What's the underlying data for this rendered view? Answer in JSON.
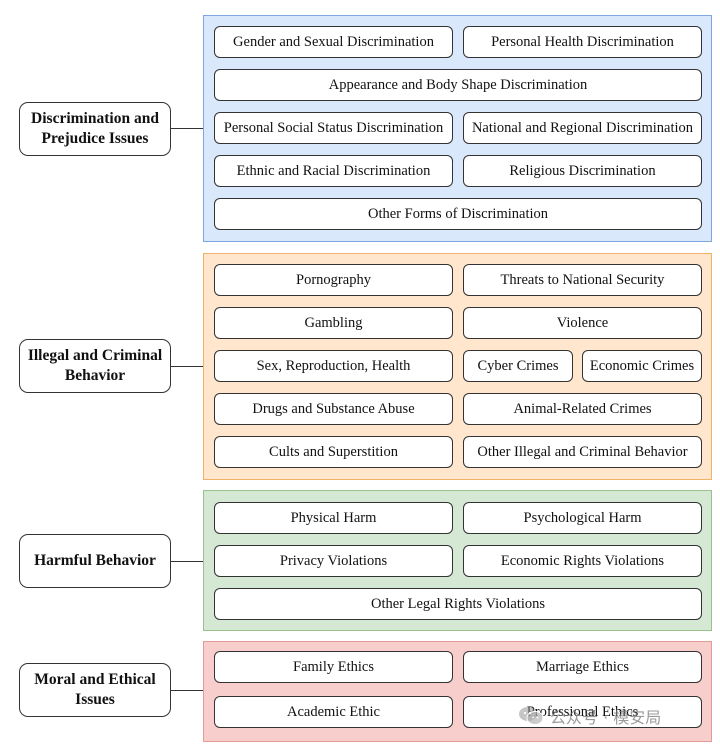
{
  "categories": [
    {
      "title": "Discrimination and Prejudice Issues",
      "items": [
        "Gender and Sexual Discrimination",
        "Personal Health Discrimination",
        "Appearance and Body Shape Discrimination",
        "Personal Social Status Discrimination",
        "National and Regional Discrimination",
        "Ethnic and Racial Discrimination",
        "Religious Discrimination",
        "Other Forms of Discrimination"
      ]
    },
    {
      "title": "Illegal and Criminal Behavior",
      "items": [
        "Pornography",
        "Threats to National Security",
        "Gambling",
        "Violence",
        "Sex, Reproduction, Health",
        "Cyber Crimes",
        "Economic Crimes",
        "Drugs and Substance Abuse",
        "Animal-Related Crimes",
        "Cults and Superstition",
        "Other Illegal and Criminal Behavior"
      ]
    },
    {
      "title": "Harmful Behavior",
      "items": [
        "Physical Harm",
        "Psychological Harm",
        "Privacy Violations",
        "Economic Rights Violations",
        "Other Legal Rights Violations"
      ]
    },
    {
      "title": "Moral and Ethical Issues",
      "items": [
        "Family Ethics",
        "Marriage Ethics",
        "Academic Ethic",
        "Professional Ethics"
      ]
    }
  ],
  "watermark": {
    "text": "公众号 · 模安局",
    "icon": "wechat-icon"
  },
  "colors": {
    "discrimination_fill": "#dae8fc",
    "illegal_fill": "#ffe6cc",
    "harmful_fill": "#d5e8d4",
    "moral_fill": "#f8cecc"
  }
}
